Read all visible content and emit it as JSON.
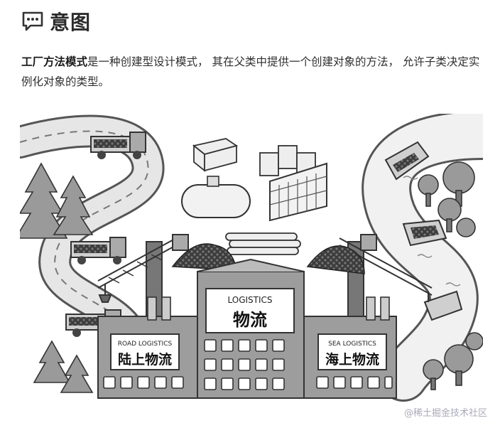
{
  "heading": {
    "icon": "speech-bubble-icon",
    "title": "意图"
  },
  "intro": {
    "term": "工厂方法模式",
    "body": "是一种创建型设计模式， 其在父类中提供一个创建对象的方法， 允许子类决定实例化对象的类型。"
  },
  "illustration": {
    "main_label_en": "LOGISTICS",
    "main_label_zh": "物流",
    "left_label_en": "ROAD LOGISTICS",
    "left_label_zh": "陆上物流",
    "right_label_en": "SEA LOGISTICS",
    "right_label_zh": "海上物流"
  },
  "watermark": "@稀土掘金技术社区"
}
